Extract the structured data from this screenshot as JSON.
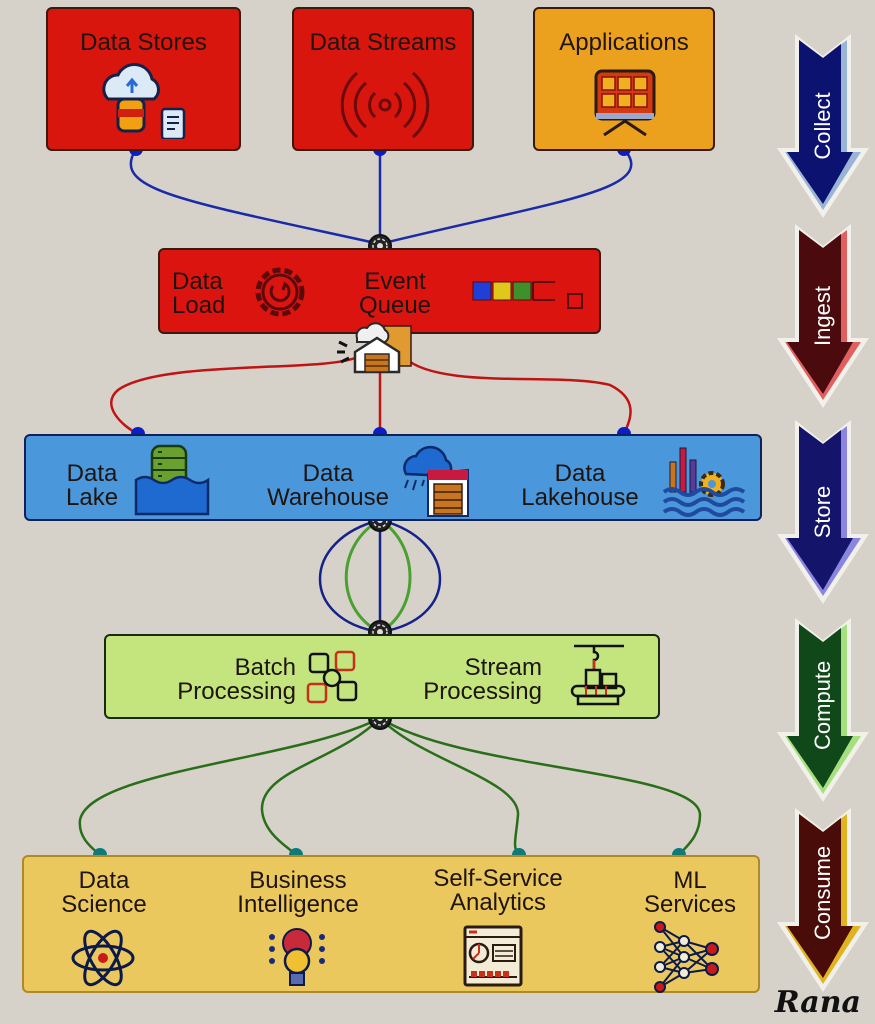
{
  "sources": [
    {
      "label": "Data Stores",
      "icon": "cloud-database-icon",
      "color": "#d9160d"
    },
    {
      "label": "Data Streams",
      "icon": "broadcast-signal-icon",
      "color": "#d9160d"
    },
    {
      "label": "Applications",
      "icon": "app-grid-monitor-icon",
      "color": "#eca11e"
    }
  ],
  "ingest": {
    "color": "#dc1410",
    "items": [
      {
        "label": "Data\nLoad",
        "icon": "gear-refresh-icon"
      },
      {
        "label": "Event\nQueue",
        "icon": "queue-blocks-icon"
      }
    ],
    "queue_colors": [
      "#1f3fd6",
      "#e0c81a",
      "#3f8f2a"
    ]
  },
  "store": {
    "color": "#4a97dc",
    "items": [
      {
        "label": "Data\nLake",
        "icon": "database-water-icon"
      },
      {
        "label": "Data\nWarehouse",
        "icon": "cloud-warehouse-icon"
      },
      {
        "label": "Data\nLakehouse",
        "icon": "chart-gear-water-icon"
      }
    ]
  },
  "compute": {
    "color": "#c4e57e",
    "items": [
      {
        "label": "Batch\nProcessing",
        "icon": "batch-nodes-icon"
      },
      {
        "label": "Stream\nProcessing",
        "icon": "conveyor-packages-icon"
      }
    ]
  },
  "consume": {
    "color": "#ebc85e",
    "items": [
      {
        "label": "Data\nScience",
        "icon": "atom-icon"
      },
      {
        "label": "Business\nIntelligence",
        "icon": "brain-lightbulb-icon"
      },
      {
        "label": "Self-Service\nAnalytics",
        "icon": "dashboard-window-icon"
      },
      {
        "label": "ML\nServices",
        "icon": "neural-network-icon"
      }
    ]
  },
  "stages": [
    {
      "label": "Collect",
      "color": "#0c1270",
      "edge": "#9ab4d6"
    },
    {
      "label": "Ingest",
      "color": "#4a0a0e",
      "edge": "#e06060"
    },
    {
      "label": "Store",
      "color": "#13146a",
      "edge": "#8a86e0"
    },
    {
      "label": "Compute",
      "color": "#10481a",
      "edge": "#a6e07e"
    },
    {
      "label": "Consume",
      "color": "#4a0c08",
      "edge": "#e0b420"
    }
  ],
  "connectors": {
    "collect": "#1b2aa8",
    "ingest": "#c01414",
    "store_outer": "#14228a",
    "store_inner": "#4aa030",
    "consume": "#2a6e1a",
    "dot_blue": "#0a1ec8",
    "dot_teal": "#0e7a7a"
  },
  "signature": "Rana"
}
